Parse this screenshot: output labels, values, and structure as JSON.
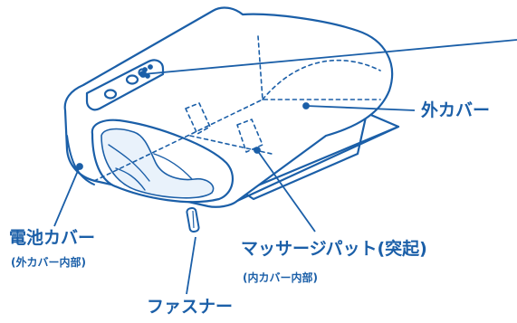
{
  "labels": {
    "outer_cover": "外カバー",
    "battery_cover": "電池カバー",
    "battery_cover_note": "(外カバー内部)",
    "massage_pad": "マッサージパット(突起)",
    "massage_pad_note": "(内カバー内部)",
    "zipper": "ファスナー"
  },
  "colors": {
    "line": "#1b5fa8",
    "label": "#1b5fa8",
    "fill": "#ffffff",
    "inner_fill": "#e9f2fb"
  }
}
